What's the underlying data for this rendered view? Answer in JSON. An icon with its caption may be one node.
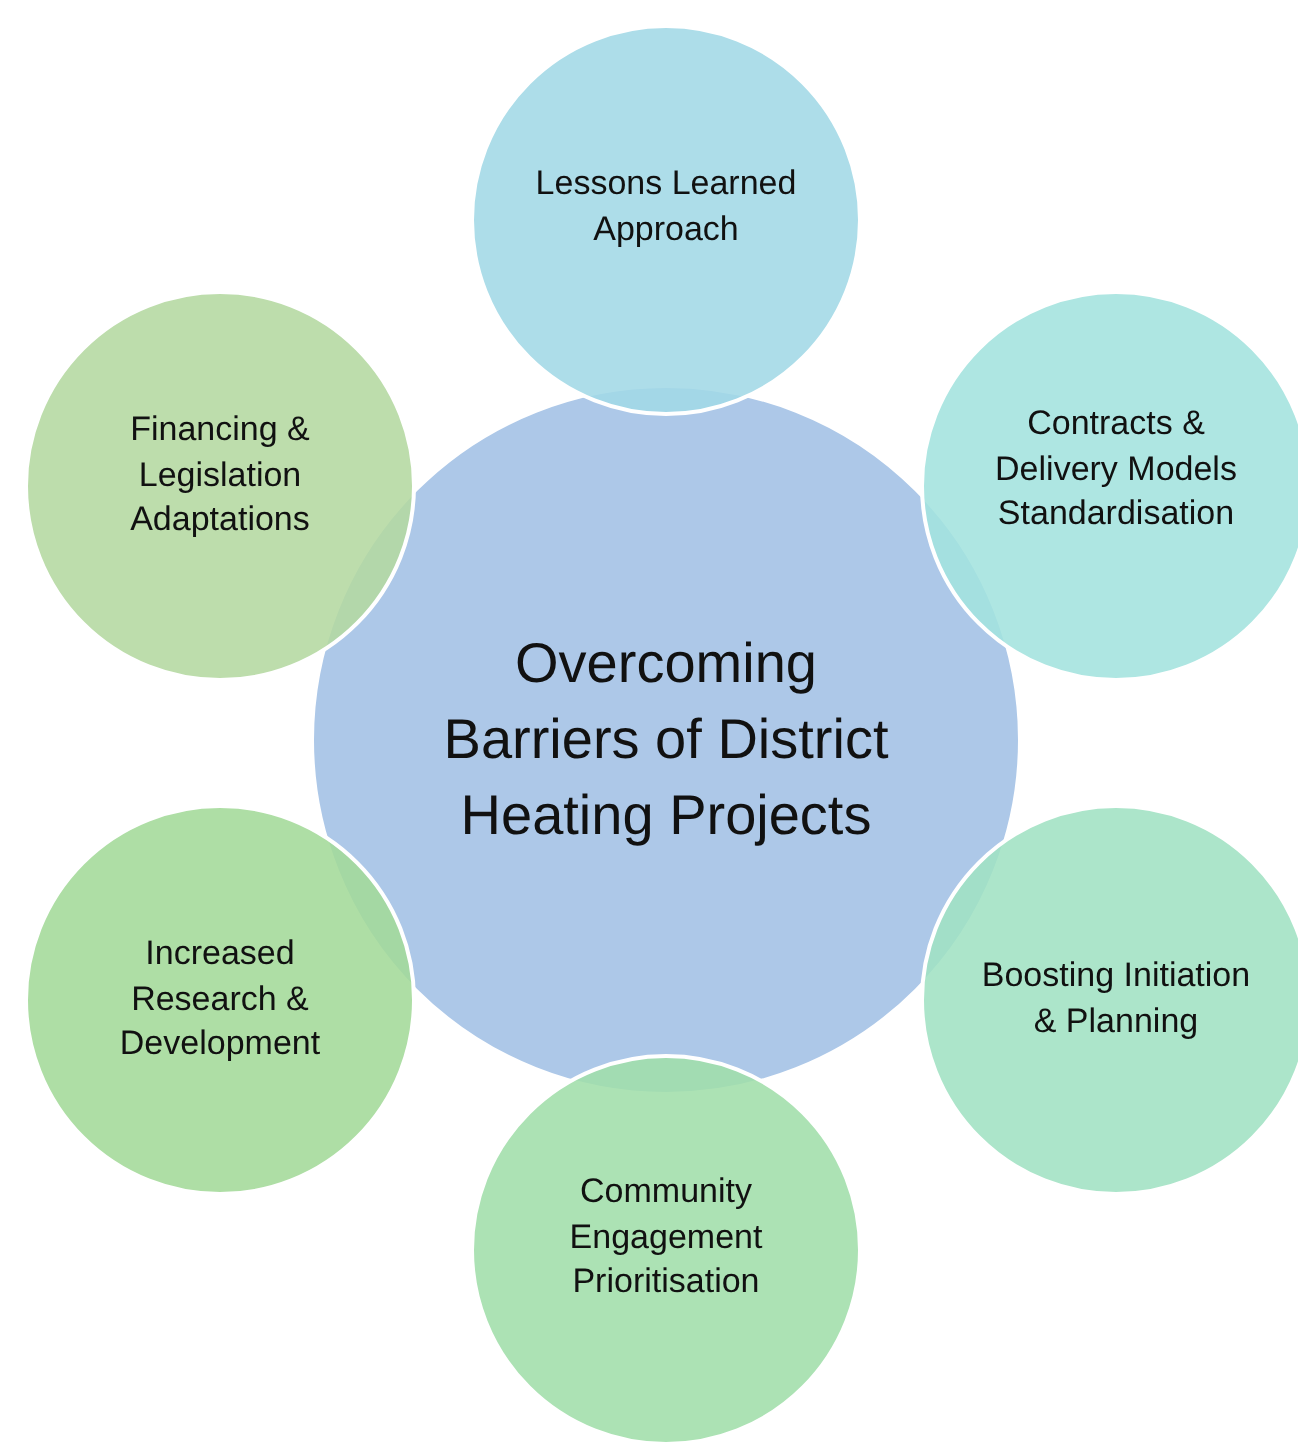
{
  "diagram": {
    "nodes": [
      {
        "text": [
          "Overcoming Barriers of District Heating Projects"
        ]
      },
      {
        "text": [
          "Lessons Learned Approach"
        ]
      },
      {
        "text": [
          "Contracts & Delivery Models Standardisation"
        ]
      },
      {
        "text": [
          "Boosting Initiation & Planning"
        ]
      },
      {
        "text": [
          "Community Engagement Prioritisation"
        ]
      },
      {
        "text": [
          "Increased Research & Development"
        ]
      },
      {
        "text": [
          "Financing & Legislation Adaptations"
        ]
      }
    ]
  }
}
